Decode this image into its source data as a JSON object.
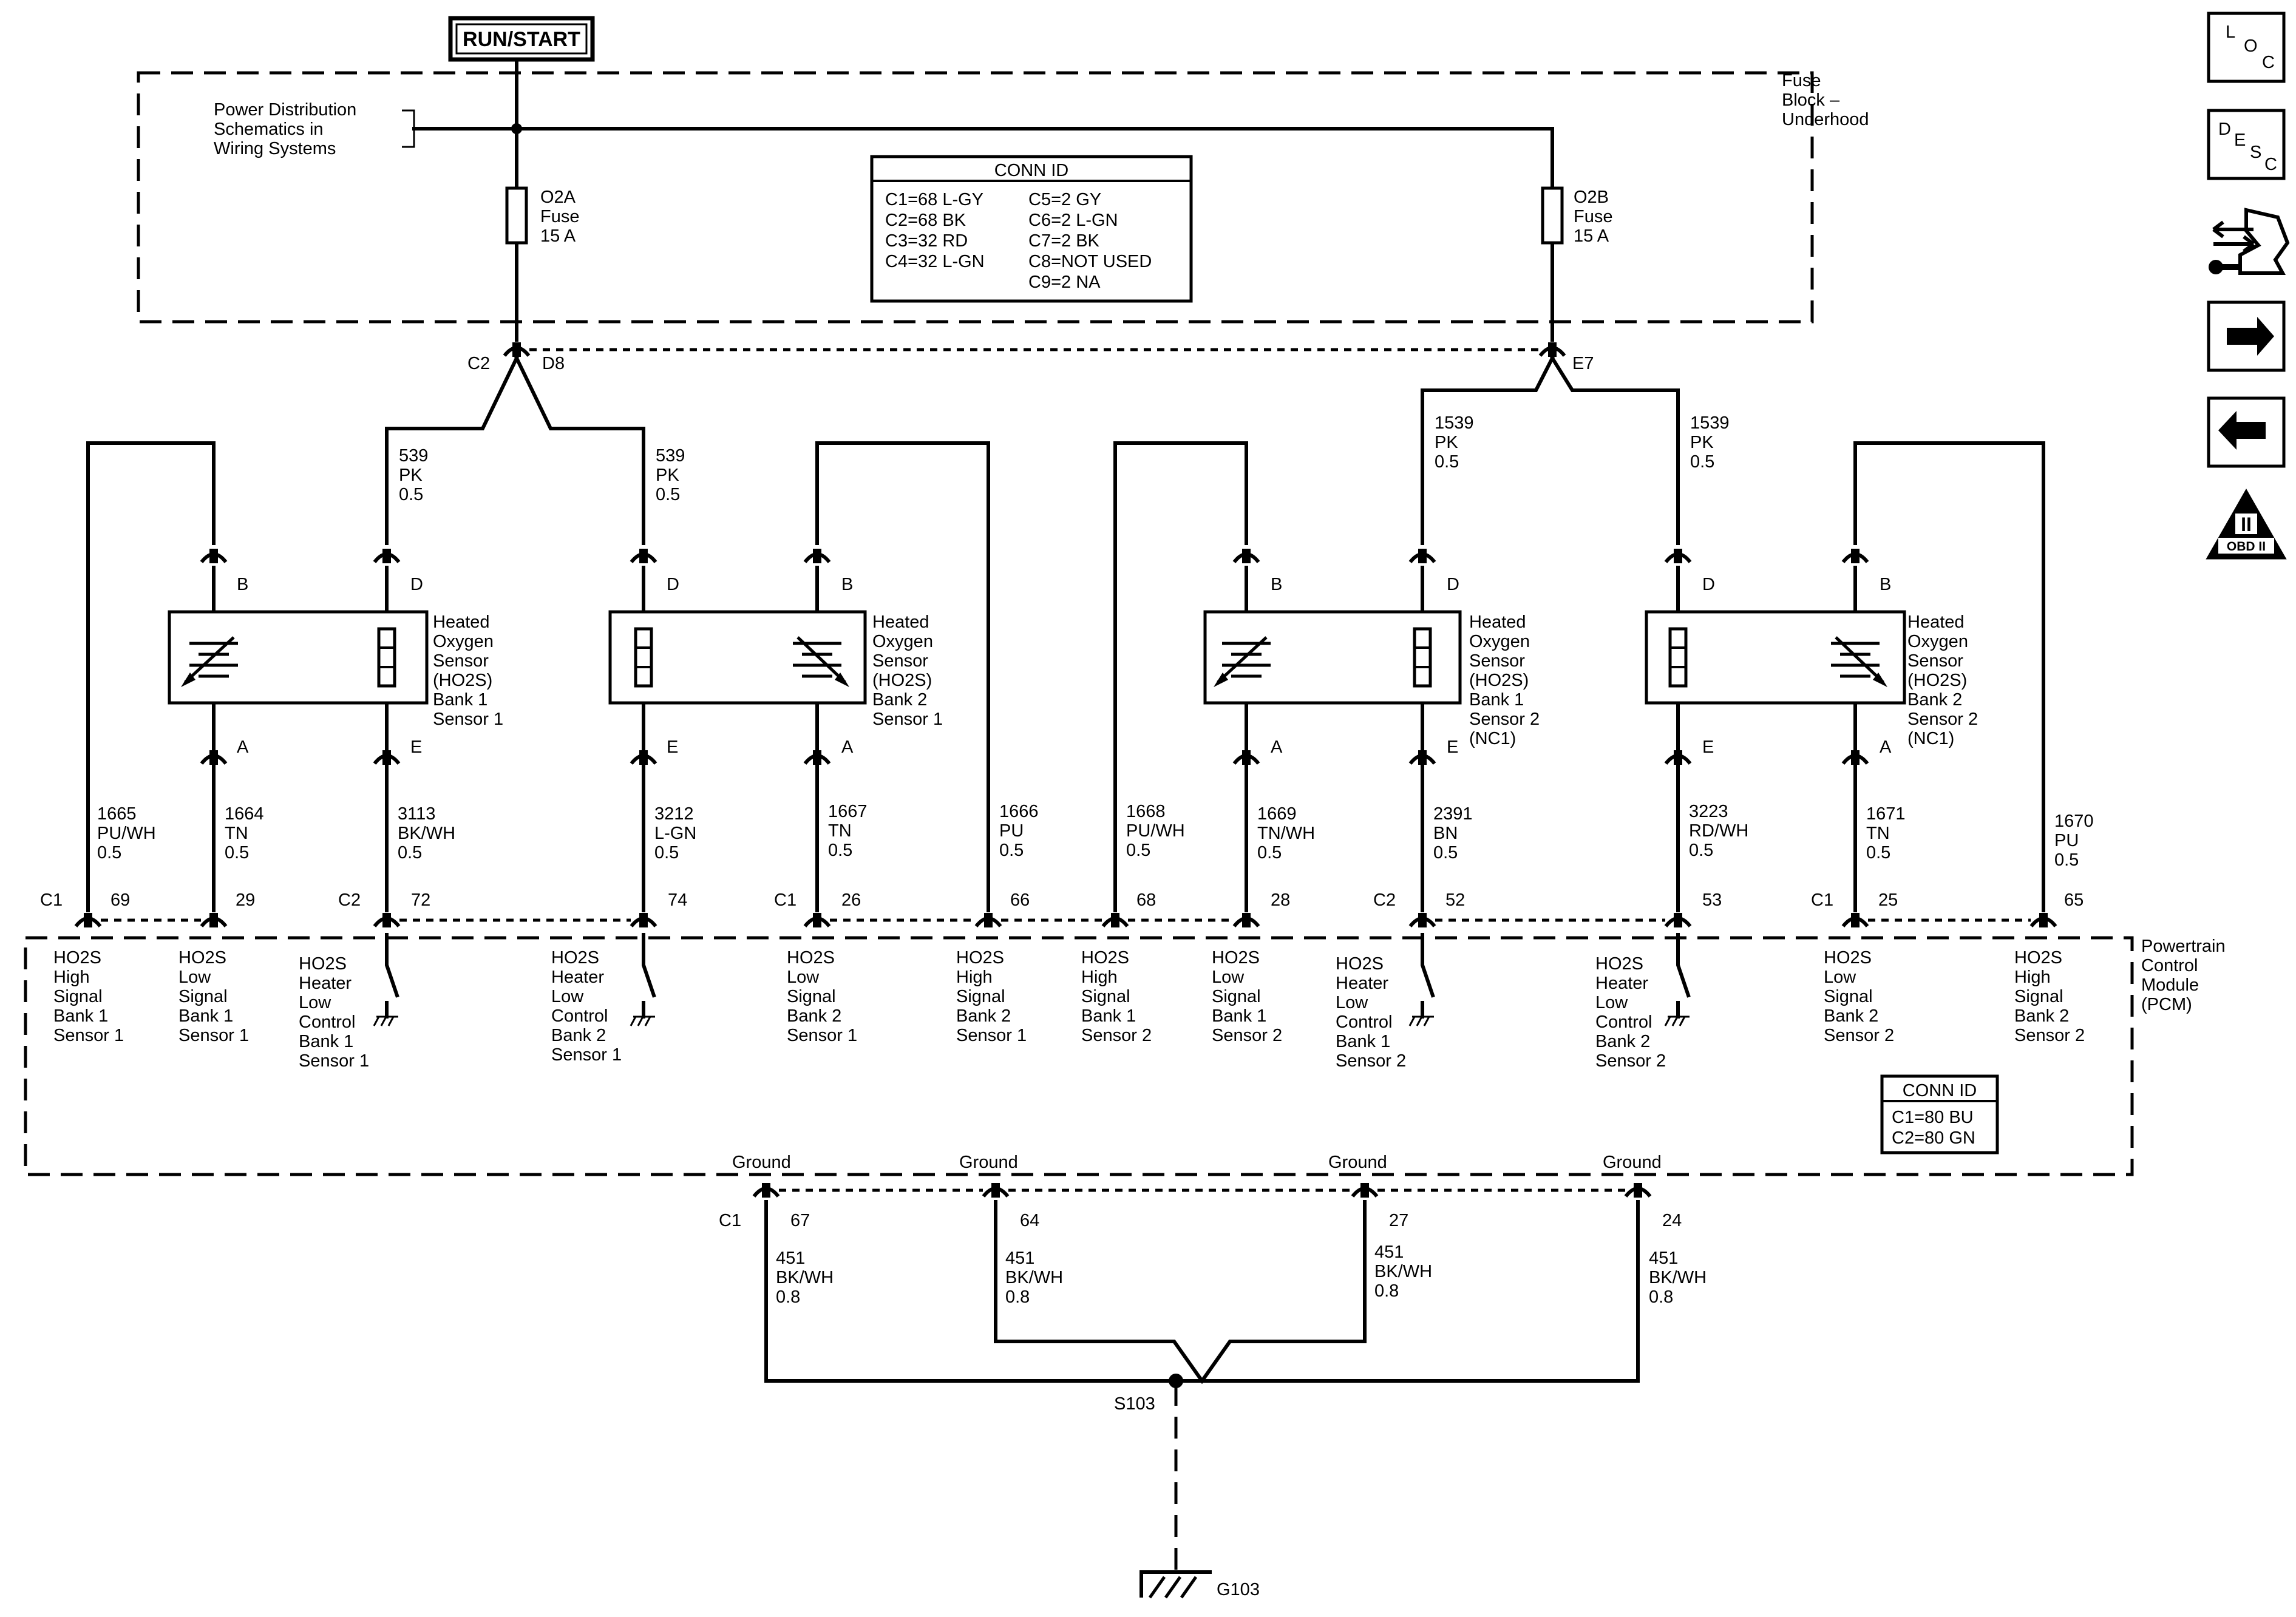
{
  "power": {
    "label": "RUN/START"
  },
  "fuse_block": {
    "name": [
      "Fuse",
      "Block –",
      "Underhood"
    ],
    "ref": [
      "Power Distribution",
      "Schematics in",
      "Wiring Systems"
    ],
    "fuses": [
      {
        "id": "fuse-o2a",
        "lines": [
          "O2A",
          "Fuse",
          "15 A"
        ]
      },
      {
        "id": "fuse-o2b",
        "lines": [
          "O2B",
          "Fuse",
          "15 A"
        ]
      }
    ],
    "conn_id": {
      "title": "CONN ID",
      "left": [
        "C1=68 L-GY",
        "C2=68 BK",
        "C3=32 RD",
        "C4=32 L-GN"
      ],
      "right": [
        "C5=2 GY",
        "C6=2 L-GN",
        "C7=2 BK",
        "C8=NOT USED",
        "C9=2 NA"
      ]
    },
    "connectors": {
      "c2": "C2",
      "d8": "D8",
      "e7": "E7"
    }
  },
  "sensors": [
    {
      "lines": [
        "Heated",
        "Oxygen",
        "Sensor",
        "(HO2S)",
        "Bank 1",
        "Sensor 1"
      ]
    },
    {
      "lines": [
        "Heated",
        "Oxygen",
        "Sensor",
        "(HO2S)",
        "Bank 2",
        "Sensor 1"
      ]
    },
    {
      "lines": [
        "Heated",
        "Oxygen",
        "Sensor",
        "(HO2S)",
        "Bank 1",
        "Sensor 2",
        "(NC1)"
      ]
    },
    {
      "lines": [
        "Heated",
        "Oxygen",
        "Sensor",
        "(HO2S)",
        "Bank 2",
        "Sensor 2",
        "(NC1)"
      ]
    }
  ],
  "sensor_pins": {
    "b": "B",
    "d": "D",
    "a": "A",
    "e": "E"
  },
  "feed_wires": [
    {
      "lines": [
        "539",
        "PK",
        "0.5"
      ]
    },
    {
      "lines": [
        "539",
        "PK",
        "0.5"
      ]
    },
    {
      "lines": [
        "1539",
        "PK",
        "0.5"
      ]
    },
    {
      "lines": [
        "1539",
        "PK",
        "0.5"
      ]
    }
  ],
  "pcm_wires": [
    {
      "lines": [
        "1665",
        "PU/WH",
        "0.5"
      ]
    },
    {
      "lines": [
        "1664",
        "TN",
        "0.5"
      ]
    },
    {
      "lines": [
        "3113",
        "BK/WH",
        "0.5"
      ]
    },
    {
      "lines": [
        "3212",
        "L-GN",
        "0.5"
      ]
    },
    {
      "lines": [
        "1667",
        "TN",
        "0.5"
      ]
    },
    {
      "lines": [
        "1666",
        "PU",
        "0.5"
      ]
    },
    {
      "lines": [
        "1668",
        "PU/WH",
        "0.5"
      ]
    },
    {
      "lines": [
        "1669",
        "TN/WH",
        "0.5"
      ]
    },
    {
      "lines": [
        "2391",
        "BN",
        "0.5"
      ]
    },
    {
      "lines": [
        "3223",
        "RD/WH",
        "0.5"
      ]
    },
    {
      "lines": [
        "1671",
        "TN",
        "0.5"
      ]
    },
    {
      "lines": [
        "1670",
        "PU",
        "0.5"
      ]
    }
  ],
  "pcm_pins": [
    "69",
    "29",
    "72",
    "74",
    "26",
    "66",
    "68",
    "28",
    "52",
    "53",
    "25",
    "65"
  ],
  "pcm_connectors": [
    "C1",
    "C2",
    "C1",
    "C2",
    "C1"
  ],
  "pcm_inputs": [
    {
      "lines": [
        "HO2S",
        "High",
        "Signal",
        "Bank 1",
        "Sensor 1"
      ]
    },
    {
      "lines": [
        "HO2S",
        "Low",
        "Signal",
        "Bank 1",
        "Sensor 1"
      ]
    },
    {
      "lines": [
        "HO2S",
        "Heater",
        "Low",
        "Control",
        "Bank 1",
        "Sensor 1"
      ]
    },
    {
      "lines": [
        "HO2S",
        "Heater",
        "Low",
        "Control",
        "Bank 2",
        "Sensor 1"
      ]
    },
    {
      "lines": [
        "HO2S",
        "Low",
        "Signal",
        "Bank 2",
        "Sensor 1"
      ]
    },
    {
      "lines": [
        "HO2S",
        "High",
        "Signal",
        "Bank 2",
        "Sensor 1"
      ]
    },
    {
      "lines": [
        "HO2S",
        "High",
        "Signal",
        "Bank 1",
        "Sensor 2"
      ]
    },
    {
      "lines": [
        "HO2S",
        "Low",
        "Signal",
        "Bank 1",
        "Sensor 2"
      ]
    },
    {
      "lines": [
        "HO2S",
        "Heater",
        "Low",
        "Control",
        "Bank 1",
        "Sensor 2"
      ]
    },
    {
      "lines": [
        "HO2S",
        "Heater",
        "Low",
        "Control",
        "Bank 2",
        "Sensor 2"
      ]
    },
    {
      "lines": [
        "HO2S",
        "Low",
        "Signal",
        "Bank 2",
        "Sensor 2"
      ]
    },
    {
      "lines": [
        "HO2S",
        "High",
        "Signal",
        "Bank 2",
        "Sensor 2"
      ]
    }
  ],
  "pcm": {
    "name": [
      "Powertrain",
      "Control",
      "Module",
      "(PCM)"
    ],
    "conn_id": {
      "title": "CONN ID",
      "lines": [
        "C1=80 BU",
        "C2=80 GN"
      ]
    },
    "ground_label": "Ground",
    "ground_connector": "C1",
    "ground_pins": [
      "67",
      "64",
      "27",
      "24"
    ]
  },
  "ground_wires": [
    {
      "lines": [
        "451",
        "BK/WH",
        "0.8"
      ]
    },
    {
      "lines": [
        "451",
        "BK/WH",
        "0.8"
      ]
    },
    {
      "lines": [
        "451",
        "BK/WH",
        "0.8"
      ]
    },
    {
      "lines": [
        "451",
        "BK/WH",
        "0.8"
      ]
    }
  ],
  "splice": "S103",
  "ground_point": "G103",
  "nav": {
    "loc": [
      "L",
      "O",
      "C"
    ],
    "desc": [
      "D",
      "E",
      "S",
      "C"
    ],
    "obd": [
      "II",
      "OBD II"
    ],
    "icons": [
      "location-icon",
      "description-icon",
      "connector-end-view-icon",
      "next-page-arrow-icon",
      "previous-page-arrow-icon",
      "obd-ii-icon"
    ]
  }
}
